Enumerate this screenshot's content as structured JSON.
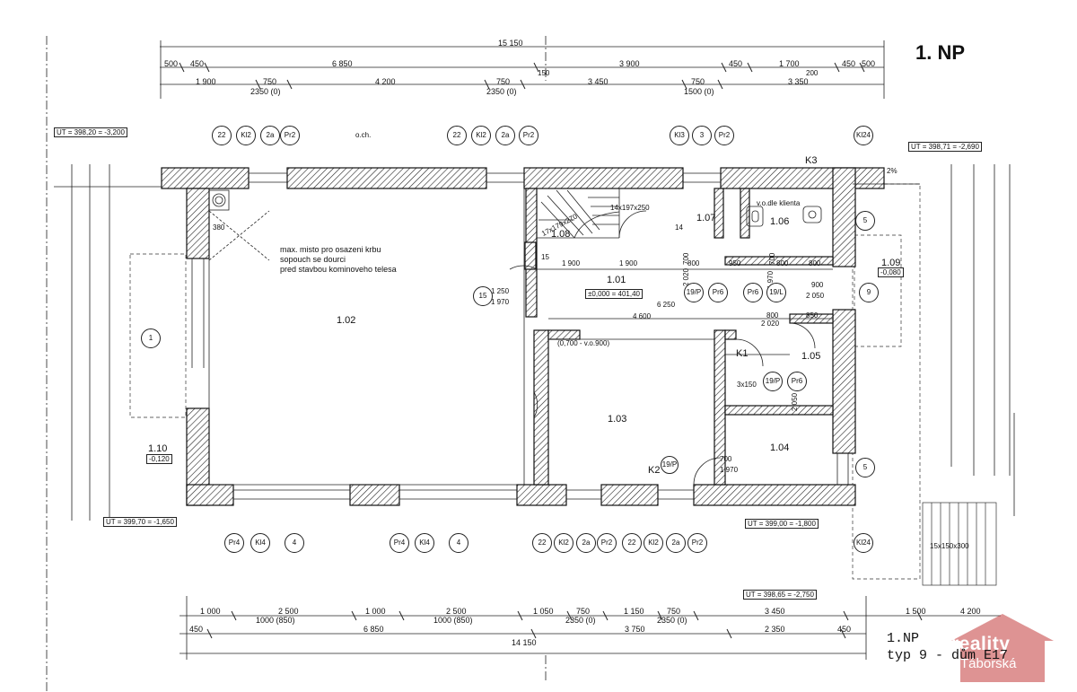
{
  "header": {
    "title": "1. NP"
  },
  "caption": {
    "line1": "1.NP",
    "line2": "typ 9 - dům E17"
  },
  "logo": {
    "main": "reality",
    "sub": "Táborská",
    "color": "#c23a3a"
  },
  "note": {
    "lines": [
      "max. misto pro osazeni krbu",
      "sopouch se dourci",
      "pred stavbou kominoveho telesa"
    ]
  },
  "rooms": [
    {
      "id": "1.02",
      "level": ""
    },
    {
      "id": "1.01",
      "level": "±0,000 = 401,40"
    },
    {
      "id": "1.03",
      "level": ""
    },
    {
      "id": "1.04",
      "level": ""
    },
    {
      "id": "1.05",
      "level": ""
    },
    {
      "id": "1.06",
      "level": ""
    },
    {
      "id": "1.07",
      "level": ""
    },
    {
      "id": "1.08",
      "level": ""
    },
    {
      "id": "1.09",
      "level": "-0,080"
    },
    {
      "id": "1.10",
      "level": "-0,120"
    }
  ],
  "elevations": [
    "UT = 398,20 = -3,200",
    "UT = 398,71 = -2,690",
    "UT = 399,70 = -1,650",
    "UT = 399,00 = -1,800",
    "UT = 398,65 = -2,750"
  ],
  "dims_top": {
    "overall": "15 150",
    "row1": [
      "500",
      "450",
      "6 850",
      "3 900",
      "450",
      "1 700",
      "450",
      "500"
    ],
    "row2": [
      "1 900",
      "750",
      "4 200",
      "750",
      "3 450",
      "750",
      "3 350"
    ],
    "row2b": [
      "2350 (0)",
      "2350 (0)",
      "1500 (0)"
    ],
    "misc": [
      "150",
      "200"
    ]
  },
  "dims_bottom": {
    "row1": [
      "1 000",
      "2 500",
      "1 000",
      "2 500",
      "1 050",
      "750",
      "1 150",
      "750",
      "3 450",
      "1 500",
      "4 200"
    ],
    "row1b": [
      "1000 (850)",
      "1000 (850)",
      "2350 (0)",
      "2350 (0)"
    ],
    "row2": [
      "450",
      "6 850",
      "3 750",
      "2 350",
      "450"
    ],
    "overall": "14 150"
  },
  "inner_dims": [
    "1 900",
    "1 900",
    "800",
    "950",
    "800",
    "800",
    "6 250",
    "4 600",
    "800",
    "850",
    "1 250",
    "1 970",
    "700",
    "2 020",
    "700",
    "1 970",
    "2 020",
    "900",
    "2 050",
    "2 050",
    "700",
    "1 970",
    "380",
    "15",
    "14",
    "(0,700 - v.o.900)",
    "3x150",
    "14x197x250",
    "17x179x270",
    "15x150x300",
    "2%",
    "v.o.dle klienta"
  ],
  "labels": [
    "K1",
    "K2",
    "K3",
    "o.ch."
  ],
  "tags_top": [
    "22",
    "Kl2",
    "2a",
    "Pr2",
    "22",
    "Kl2",
    "2a",
    "Pr2",
    "Kl3",
    "3",
    "Pr2",
    "Kl24"
  ],
  "tags_bottom": [
    "Pr4",
    "Kl4",
    "4",
    "Pr4",
    "Kl4",
    "4",
    "22",
    "Kl2",
    "2a",
    "Pr2",
    "22",
    "Kl2",
    "2a",
    "Pr2",
    "Kl24"
  ],
  "tags_inner": [
    "19/P",
    "Pr6",
    "Pr6",
    "19/L",
    "19/P",
    "Pr6",
    "19/P",
    "15",
    "1",
    "5",
    "5",
    "9"
  ]
}
